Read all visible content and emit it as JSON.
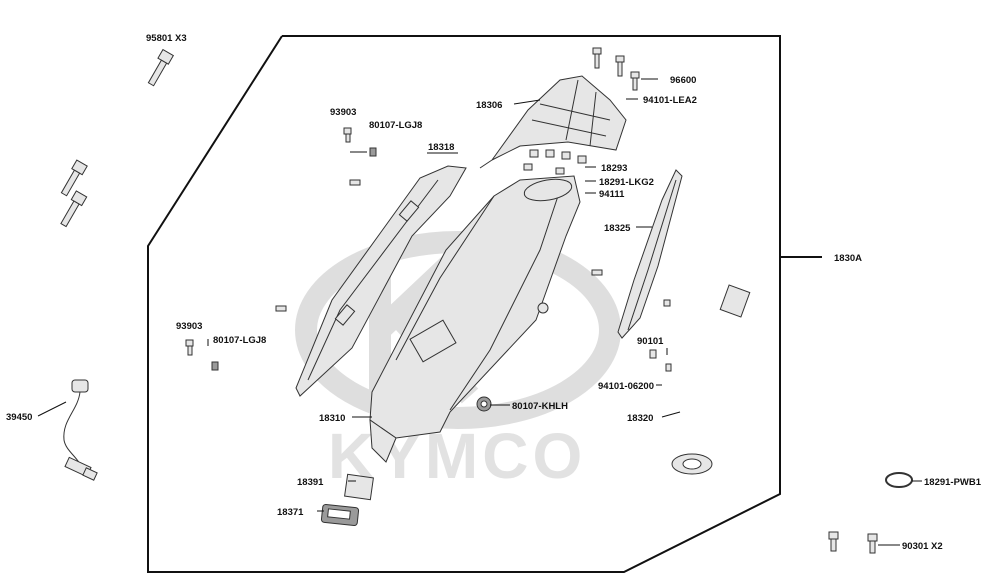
{
  "watermark": {
    "brand": "KYMCO"
  },
  "colors": {
    "line": "#333333",
    "label": "#111111",
    "watermark": "#dedede",
    "part_fill": "#e6e6e6"
  },
  "parts": [
    {
      "id": "95801",
      "label": "95801 X3",
      "icon": "bolt-icon"
    },
    {
      "id": "93903-upper",
      "label": "93903",
      "icon": "bolt-icon"
    },
    {
      "id": "80107-lgj8-upper",
      "label": "80107-LGJ8",
      "icon": "nut-icon"
    },
    {
      "id": "18318",
      "label": "18318",
      "icon": "heat-shield-icon"
    },
    {
      "id": "18306",
      "label": "18306",
      "icon": "muffler-cover-icon"
    },
    {
      "id": "96600",
      "label": "96600",
      "icon": "bolt-icon"
    },
    {
      "id": "94101-lea2",
      "label": "94101-LEA2",
      "icon": "washer-icon"
    },
    {
      "id": "18293",
      "label": "18293",
      "icon": "collar-icon"
    },
    {
      "id": "18291-lkg2",
      "label": "18291-LKG2",
      "icon": "grommet-icon"
    },
    {
      "id": "94111",
      "label": "94111",
      "icon": "washer-icon"
    },
    {
      "id": "18325",
      "label": "18325",
      "icon": "heat-shield-icon"
    },
    {
      "id": "1830a",
      "label": "1830A",
      "icon": "assembly-bracket-icon"
    },
    {
      "id": "93903-lower",
      "label": "93903",
      "icon": "bolt-icon"
    },
    {
      "id": "80107-lgj8-lower",
      "label": "80107-LGJ8",
      "icon": "nut-icon"
    },
    {
      "id": "90101",
      "label": "90101",
      "icon": "bolt-icon"
    },
    {
      "id": "94101-06200",
      "label": "94101-06200",
      "icon": "washer-icon"
    },
    {
      "id": "39450",
      "label": "39450",
      "icon": "oxygen-sensor-icon"
    },
    {
      "id": "18310",
      "label": "18310",
      "icon": "muffler-icon"
    },
    {
      "id": "80107-khlh",
      "label": "80107-KHLH",
      "icon": "nut-icon"
    },
    {
      "id": "18320",
      "label": "18320",
      "icon": "exhaust-pipe-icon"
    },
    {
      "id": "18391",
      "label": "18391",
      "icon": "tail-pipe-icon"
    },
    {
      "id": "18371",
      "label": "18371",
      "icon": "end-cap-icon"
    },
    {
      "id": "18291-pwb1",
      "label": "18291-PWB1",
      "icon": "gasket-icon"
    },
    {
      "id": "90301",
      "label": "90301 X2",
      "icon": "bolt-icon"
    }
  ]
}
